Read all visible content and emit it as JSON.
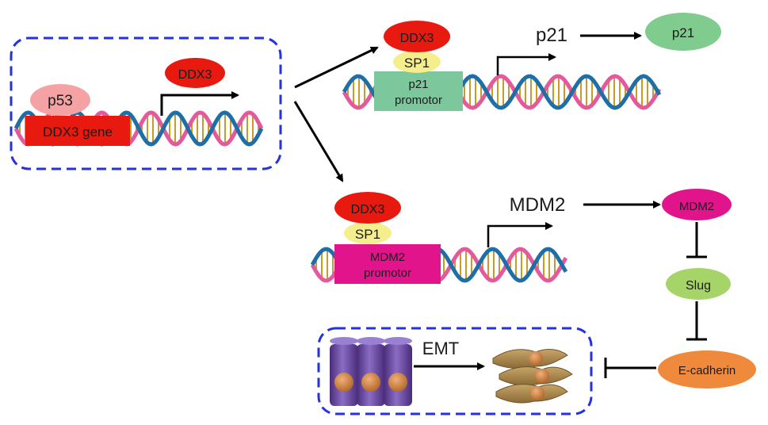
{
  "colors": {
    "red": "#e8190f",
    "pink_light": "#f4a2a3",
    "yellow": "#f4ee8c",
    "green_box": "#7cc79c",
    "green_oval": "#7fcc8e",
    "magenta": "#e2148c",
    "lime": "#a6d469",
    "orange": "#ef8a3c",
    "dash_blue": "#2432e0",
    "helix_pink": "#e4589c",
    "helix_blue": "#1e6fa8",
    "rung": "#c99a2a"
  },
  "top_left": {
    "p53": "p53",
    "gene": "DDX3 gene",
    "product": "DDX3"
  },
  "p21_branch": {
    "ddx3": "DDX3",
    "sp1": "SP1",
    "promotor_line1": "p21",
    "promotor_line2": "promotor",
    "transcript": "p21",
    "protein": "p21"
  },
  "mdm2_branch": {
    "ddx3": "DDX3",
    "sp1": "SP1",
    "promotor_line1": "MDM2",
    "promotor_line2": "promotor",
    "transcript": "MDM2",
    "protein": "MDM2",
    "slug": "Slug",
    "ecadherin": "E-cadherin"
  },
  "emt_box": {
    "label": "EMT"
  }
}
